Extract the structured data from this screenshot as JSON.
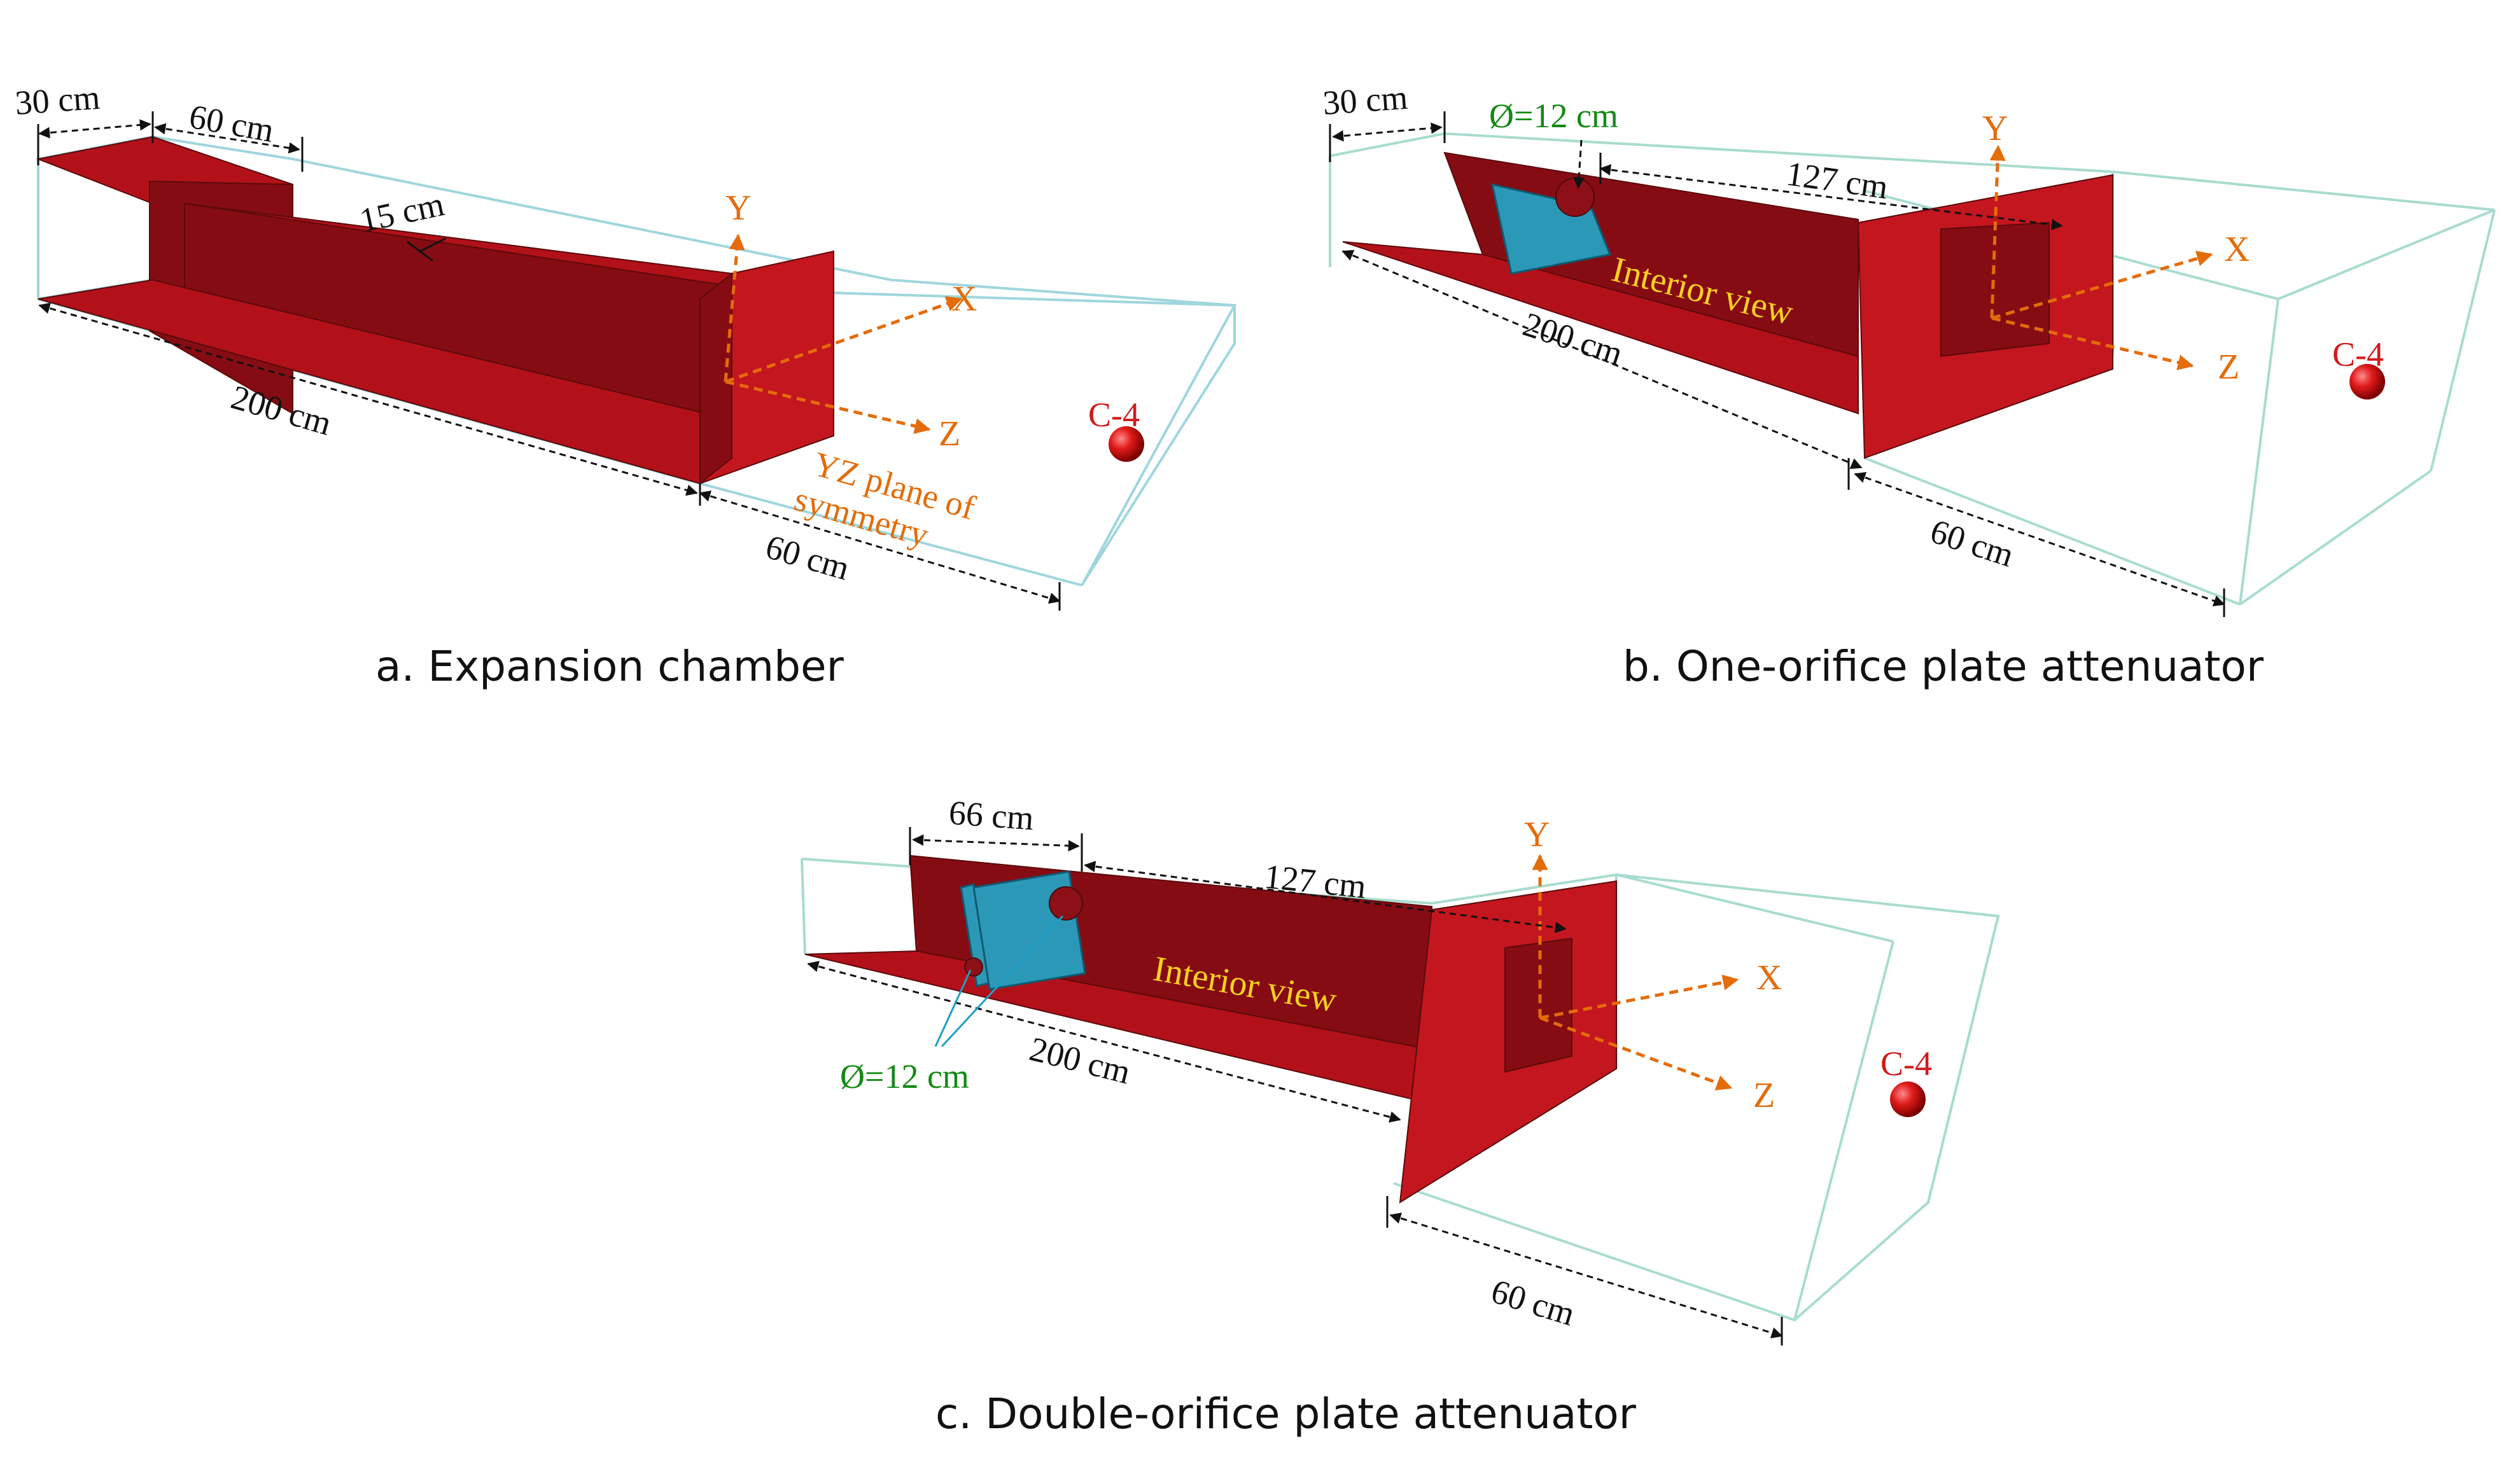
{
  "panel_a": {
    "caption": "a. Expansion chamber",
    "dim_30": "30 cm",
    "dim_60_top": "60 cm",
    "dim_15": "15 cm",
    "dim_200": "200 cm",
    "dim_60_bottom": "60 cm",
    "axis_y": "Y",
    "axis_x": "X",
    "axis_z": "Z",
    "plane_line1": "YZ plane of",
    "plane_line2": "symmetry",
    "charge": "C-4"
  },
  "panel_b": {
    "caption": "b. One-orifice plate attenuator",
    "dim_30": "30 cm",
    "orifice": "Ø=12 cm",
    "dim_127": "127 cm",
    "interior": "Interior view",
    "dim_200": "200 cm",
    "dim_60": "60 cm",
    "axis_y": "Y",
    "axis_x": "X",
    "axis_z": "Z",
    "charge": "C-4"
  },
  "panel_c": {
    "caption": "c. Double-orifice plate attenuator",
    "dim_66": "66 cm",
    "dim_127": "127 cm",
    "interior": "Interior view",
    "orifice": "Ø=12 cm",
    "dim_200": "200 cm",
    "dim_60": "60 cm",
    "axis_y": "Y",
    "axis_x": "X",
    "axis_z": "Z",
    "charge": "C-4"
  },
  "colors": {
    "steel": "#b3111a",
    "plate": "#2b98b8",
    "axis": "#e46c0a",
    "charge": "#e01b1b",
    "orifice_label": "#128a12",
    "interior_label": "#ffd21f"
  }
}
